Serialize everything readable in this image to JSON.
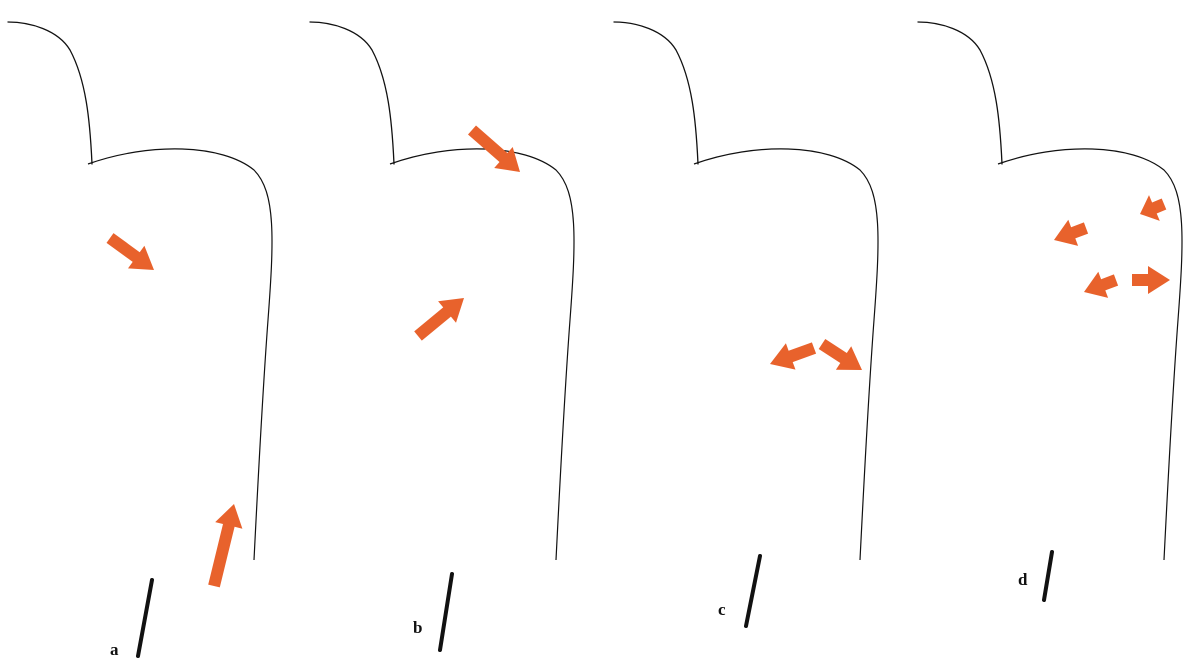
{
  "figure": {
    "panels": [
      {
        "label": "a"
      },
      {
        "label": "b"
      },
      {
        "label": "c"
      },
      {
        "label": "d"
      }
    ]
  },
  "colors": {
    "arrow": "#e8622c",
    "line": "#111111",
    "background": "#ffffff"
  }
}
